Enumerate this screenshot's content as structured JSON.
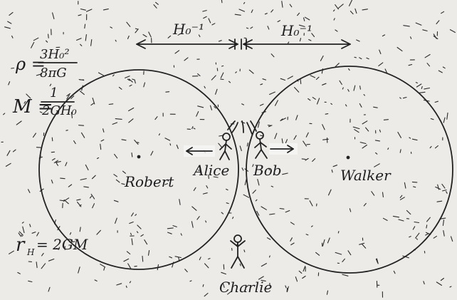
{
  "distances": {
    "left": "H₀⁻¹",
    "right": "H₀⁻¹"
  },
  "formulas": {
    "density": "ρ = 3H₀² / 8πG",
    "density_lhs": "ρ =",
    "density_num": "3H₀²",
    "density_den": "8πG",
    "mass_lhs": "M =",
    "mass_num": "1",
    "mass_den": "2GH₀",
    "horizon": "r_H = 2GM",
    "horizon_lhs": "r",
    "horizon_sub": "H",
    "horizon_rhs": "= 2GM"
  },
  "observers": {
    "robert": "Robert",
    "walker": "Walker",
    "alice": "Alice",
    "bob": "Bob",
    "charlie": "Charlie"
  }
}
